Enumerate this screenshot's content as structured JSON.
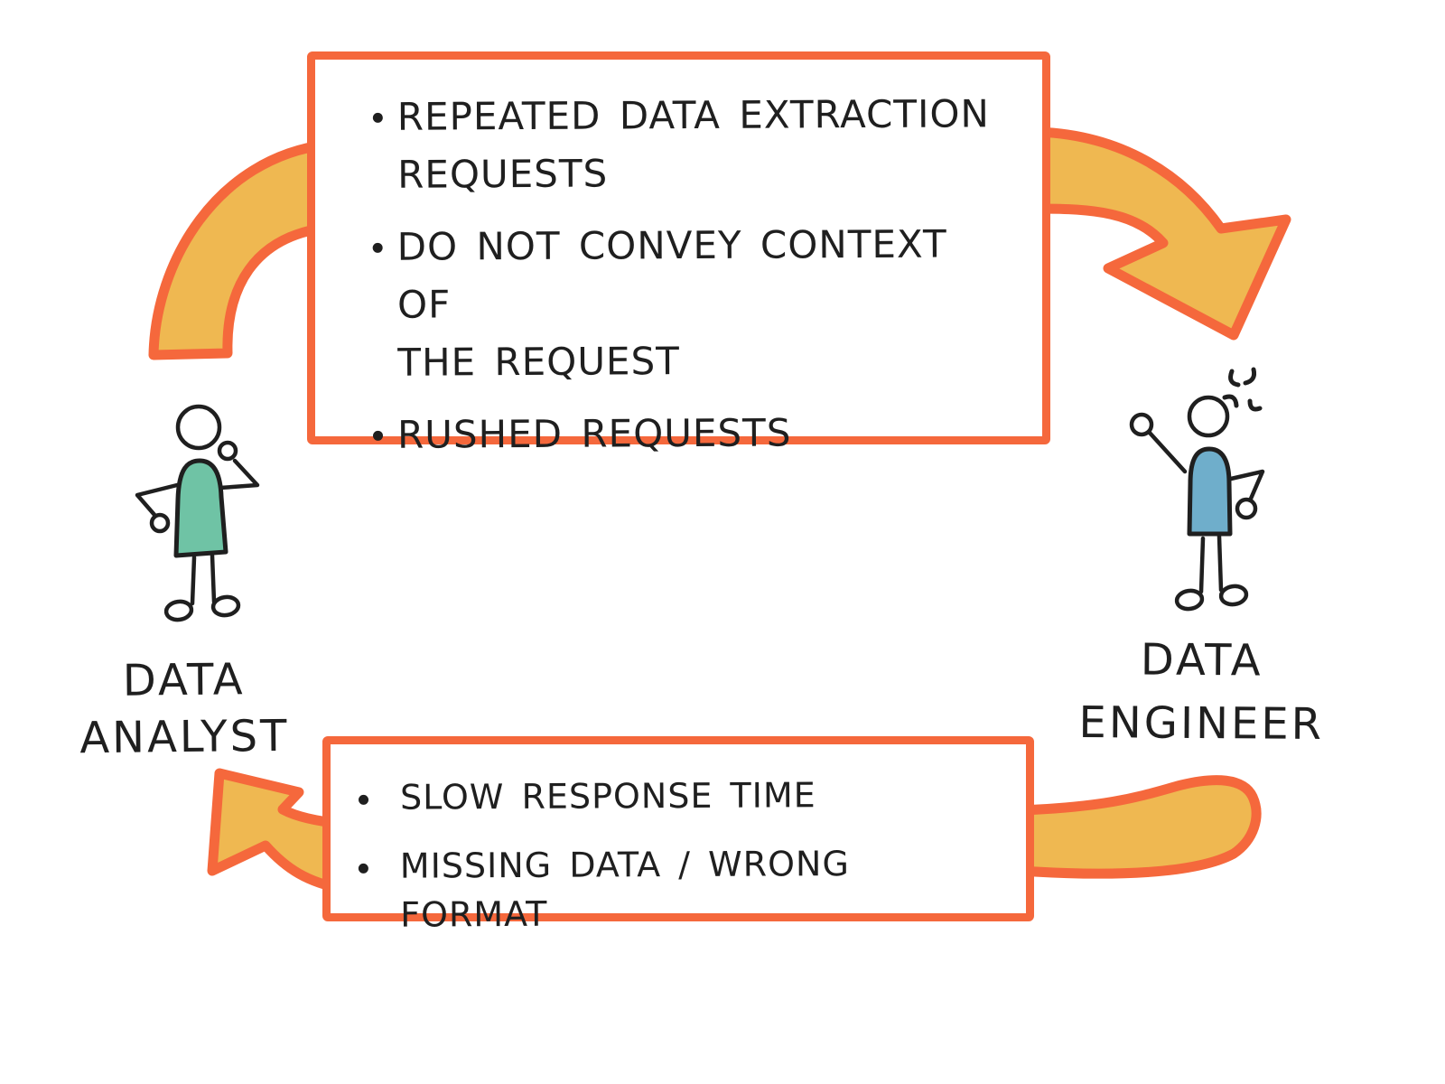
{
  "colors": {
    "coral": "#F5683C",
    "amber": "#EFB851",
    "teal": "#6FC3A5",
    "blue": "#6FAECB",
    "ink": "#1F1F1F",
    "background": "#FFFFFF"
  },
  "boxes": {
    "analyst_to_engineer": {
      "bullets": [
        [
          "REPEATED DATA EXTRACTION",
          "REQUESTS"
        ],
        [
          "DO NOT CONVEY CONTEXT OF",
          "THE REQUEST"
        ],
        [
          "RUSHED REQUESTS"
        ]
      ]
    },
    "engineer_to_analyst": {
      "bullets": [
        [
          "SLOW RESPONSE TIME"
        ],
        [
          "MISSING DATA / WRONG FORMAT"
        ]
      ]
    }
  },
  "actors": {
    "analyst": {
      "label_lines": [
        "DATA",
        "ANALYST"
      ],
      "shirt_color": "#6FC3A5"
    },
    "engineer": {
      "label_lines": [
        "DATA",
        "ENGINEER"
      ],
      "shirt_color": "#6FAECB",
      "icon": "anger-mark"
    }
  }
}
